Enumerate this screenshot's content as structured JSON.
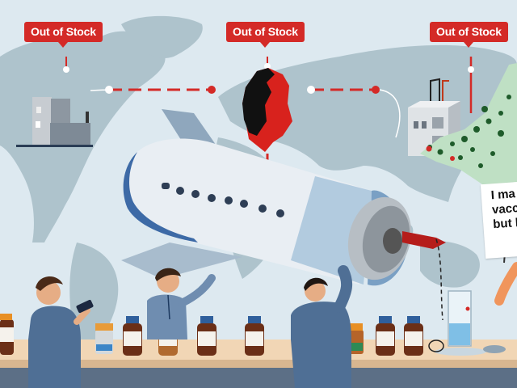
{
  "illustration": {
    "type": "editorial illustration",
    "subject": "Global vaccine supply chain shortage"
  },
  "labels": {
    "badges": [
      {
        "text": "Out of Stock",
        "location": "north-america"
      },
      {
        "text": "Out of Stock",
        "location": "germany"
      },
      {
        "text": "Out of Stock",
        "location": "japan"
      }
    ]
  },
  "sign": {
    "lines": [
      "I ma",
      "vacci",
      "but b"
    ]
  },
  "colors": {
    "alert_red": "#d42a27",
    "map_land": "#a9c0ca",
    "background": "#dde9f0",
    "counter": "#f1d6b5",
    "bottle_brown": "#6b2f17",
    "cap_blue": "#2f5f9c",
    "shirt_blue": "#4f6f95"
  }
}
